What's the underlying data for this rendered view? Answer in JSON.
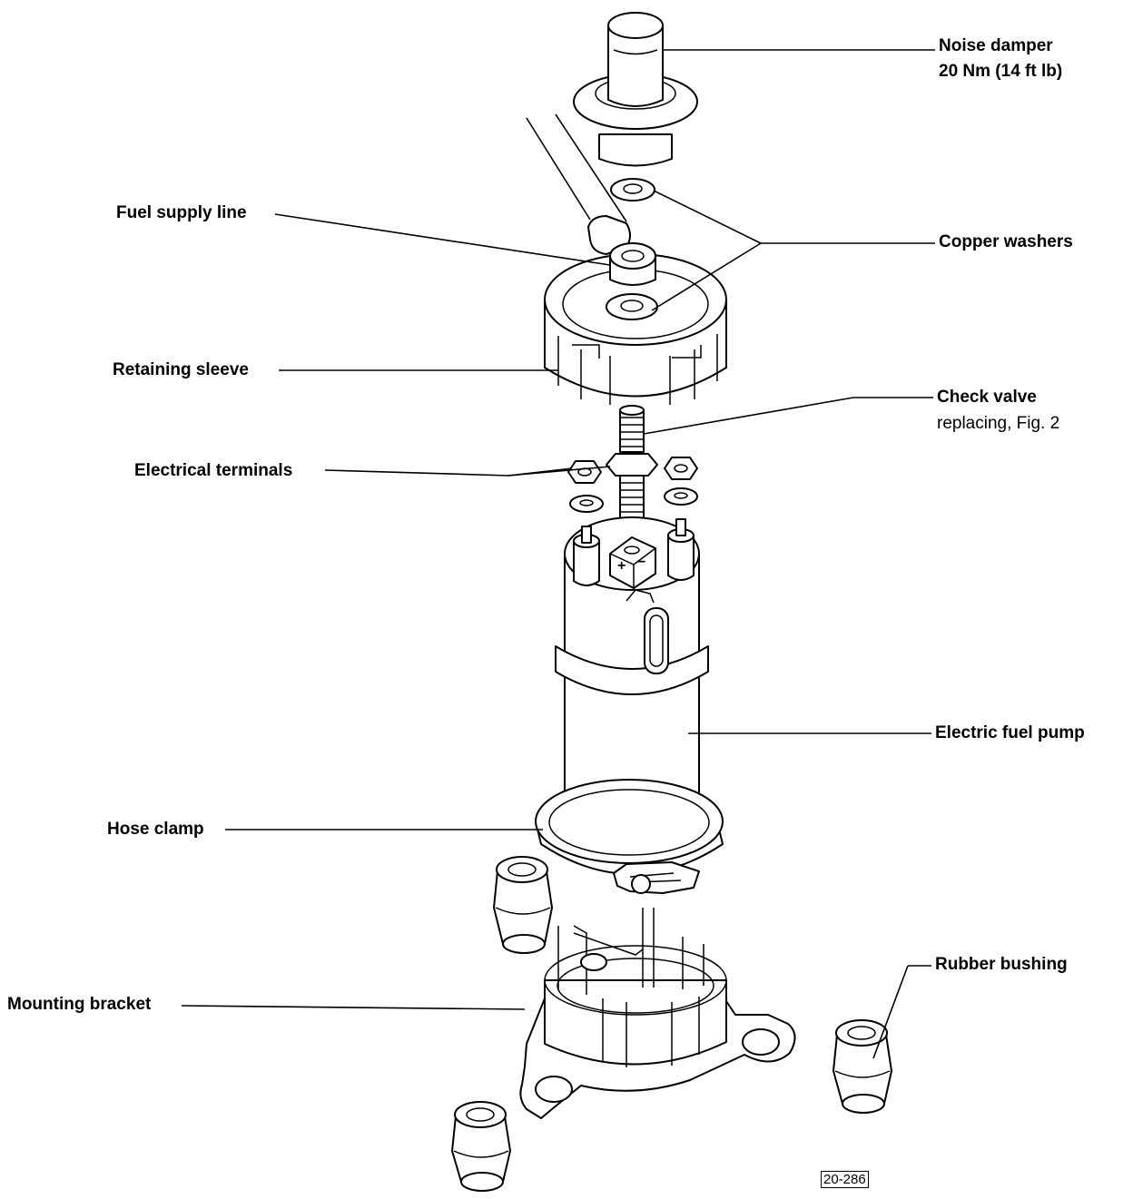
{
  "labels": {
    "noise_damper": "Noise damper",
    "noise_damper_torque": "20 Nm (14 ft lb)",
    "fuel_supply_line": "Fuel supply line",
    "copper_washers": "Copper washers",
    "retaining_sleeve": "Retaining sleeve",
    "check_valve": "Check valve",
    "check_valve_note": "replacing, Fig. 2",
    "electrical_terminals": "Electrical terminals",
    "electric_fuel_pump": "Electric fuel pump",
    "hose_clamp": "Hose clamp",
    "rubber_bushing": "Rubber bushing",
    "mounting_bracket": "Mounting bracket"
  },
  "terminal_marks": {
    "plus": "+",
    "minus": "−"
  },
  "figure_number": "20-286"
}
